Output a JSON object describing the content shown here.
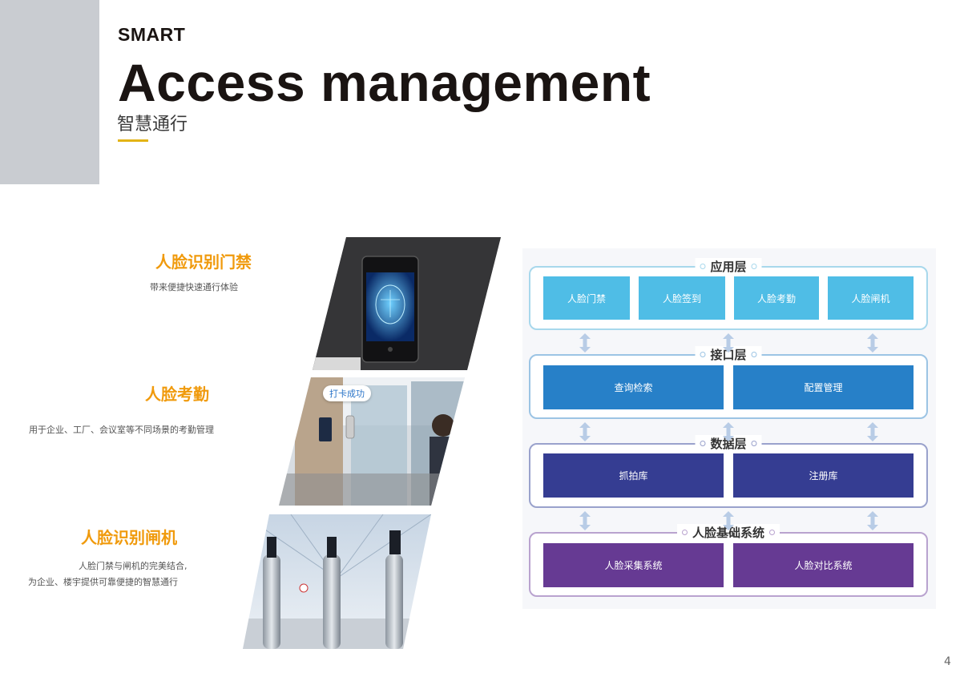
{
  "header": {
    "smart": "SMART",
    "title": "Access management",
    "subtitle": "智慧通行"
  },
  "features": [
    {
      "title": "人脸识别门禁",
      "desc": "带来便捷快速通行体验"
    },
    {
      "title": "人脸考勤",
      "desc": "用于企业、工厂、会议室等不同场景的考勤管理"
    },
    {
      "title": "人脸识别闸机",
      "desc_line1": "人脸门禁与闸机的完美结合,",
      "desc_line2": "为企业、楼宇提供可靠便捷的智慧通行"
    }
  ],
  "photo_attendance": {
    "bubble": "打卡成功"
  },
  "architecture": {
    "layers": [
      {
        "title": "应用层",
        "border": "#a8d8ec",
        "color": "#4fbde6",
        "boxes": [
          "人脸门禁",
          "人脸签到",
          "人脸考勤",
          "人脸闸机"
        ]
      },
      {
        "title": "接口层",
        "border": "#9cc4e4",
        "color": "#2780c8",
        "boxes": [
          "查询检索",
          "配置管理"
        ]
      },
      {
        "title": "数据层",
        "border": "#9aa2cc",
        "color": "#353d92",
        "boxes": [
          "抓拍库",
          "注册库"
        ]
      },
      {
        "title": "人脸基础系统",
        "border": "#b9a3cf",
        "color": "#663a93",
        "boxes": [
          "人脸采集系统",
          "人脸对比系统"
        ]
      }
    ],
    "arrow_color": "#b8cce6"
  },
  "page_number": "4"
}
